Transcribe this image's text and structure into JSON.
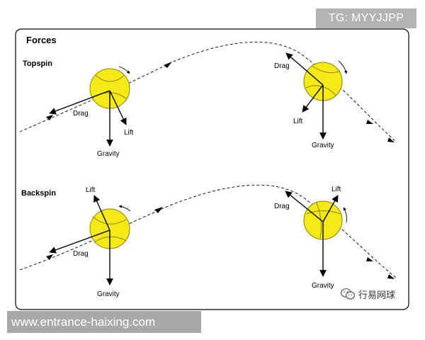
{
  "diagram": {
    "title": "Forces",
    "sections": {
      "topspin": "Topspin",
      "backspin": "Backspin"
    },
    "labels": {
      "drag": "Drag",
      "lift": "Lift",
      "gravity": "Gravity"
    },
    "colors": {
      "ball_fill": "#f5ea15",
      "ball_stroke": "#8a8200",
      "line": "#000000",
      "frame": "#000000"
    }
  },
  "watermarks": {
    "tg_badge": "TG: MYYJJPP",
    "url": "www.entrance-haixing.com",
    "wechat_account": "行易网球",
    "wechat_icon": "wechat-icon"
  }
}
